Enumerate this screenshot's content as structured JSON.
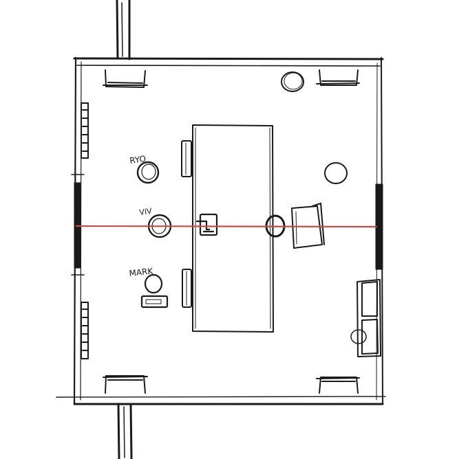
{
  "labels": {
    "ryo": "RYO",
    "viv": "VIV",
    "mark": "MARK"
  },
  "colors": {
    "ink": "#1a1a1a",
    "line_red": "#c94848",
    "background": "#ffffff"
  },
  "icons": {
    "person": "circle",
    "chair": "rounded-rect",
    "camera": "square-box",
    "window": "hatched-bar"
  }
}
